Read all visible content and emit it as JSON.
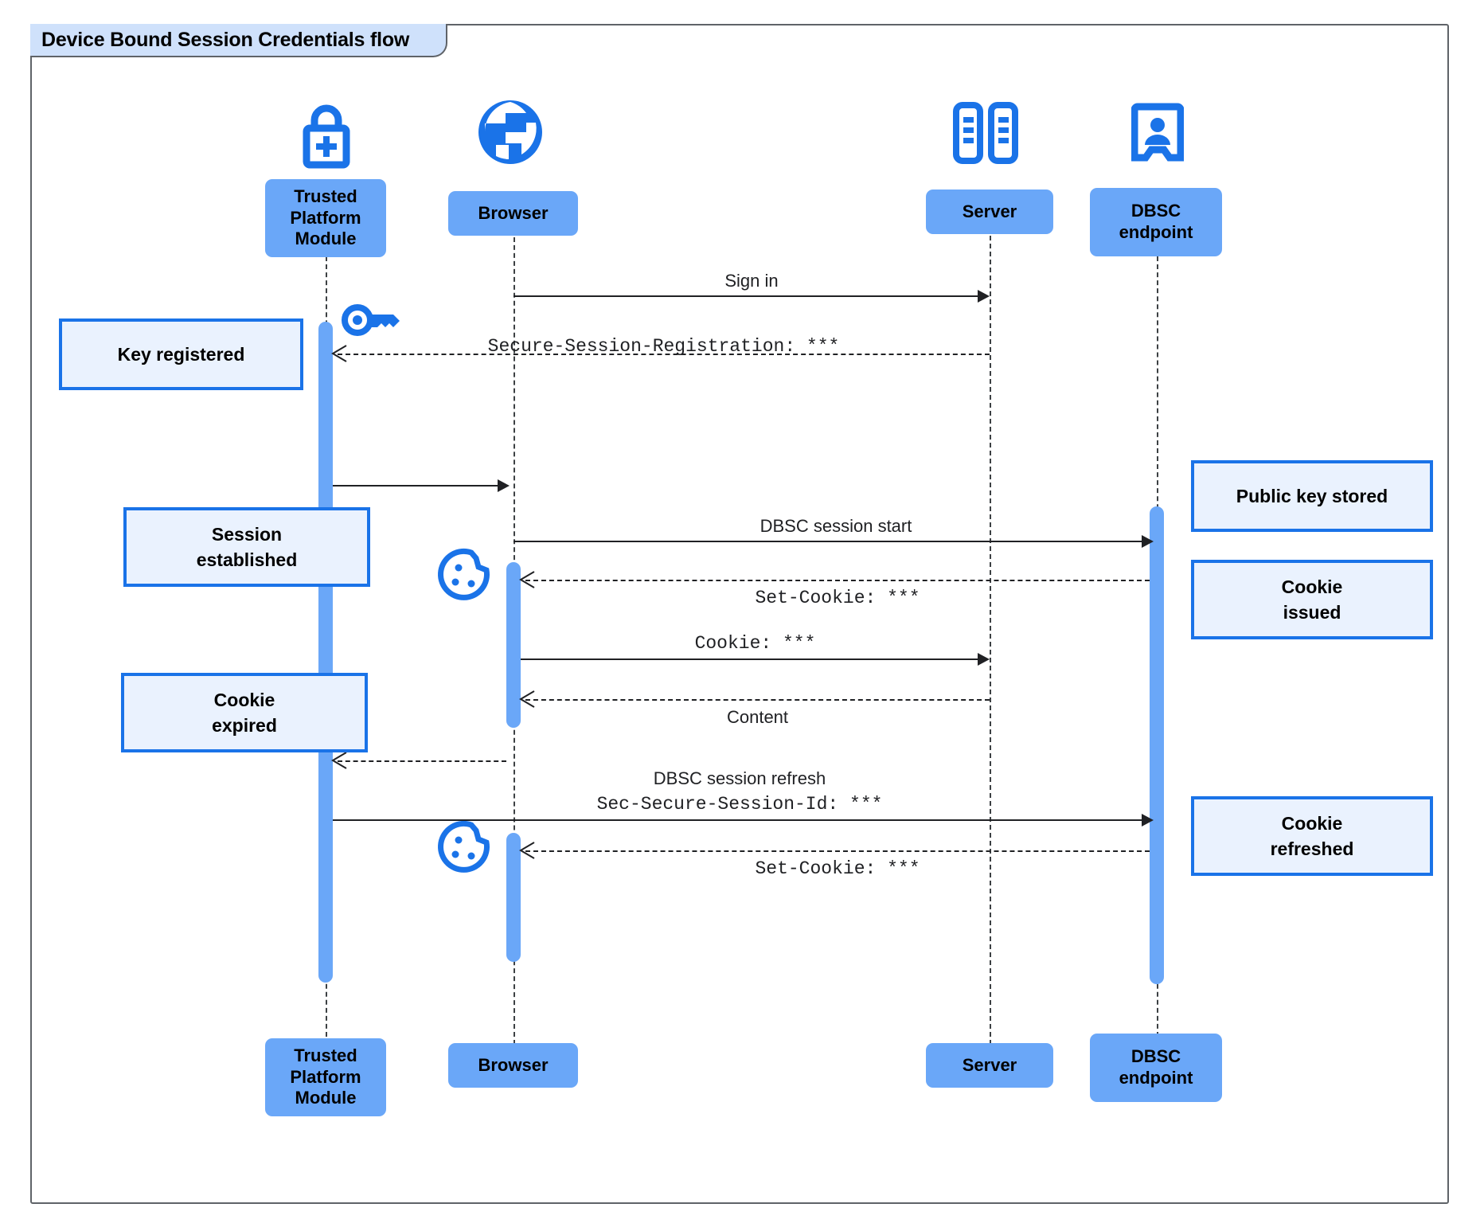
{
  "diagram": {
    "type": "uml-sequence",
    "title": "Device Bound Session Credentials flow",
    "colors": {
      "participant_fill": "#6aa7f8",
      "note_fill": "#eaf2fe",
      "note_border": "#1a73e8",
      "icon_blue": "#1a73e8",
      "activation_fill": "#6aa7f8",
      "frame_border": "#5f6368",
      "frame_tab_fill": "#cfe1fb",
      "line": "#202124"
    }
  },
  "participants": [
    {
      "id": "tpm",
      "label": "Trusted\nPlatform\nModule",
      "label_line1": "Trusted",
      "label_line2": "Platform",
      "label_line3": "Module",
      "icon": "lock-plus-icon"
    },
    {
      "id": "browser",
      "label": "Browser",
      "icon": "globe-icon"
    },
    {
      "id": "server",
      "label": "Server",
      "icon": "server-rack-icon"
    },
    {
      "id": "dbsc",
      "label": "DBSC\nendpoint",
      "label_line1": "DBSC",
      "label_line2": "endpoint",
      "icon": "id-badge-icon"
    }
  ],
  "messages": [
    {
      "id": "m1",
      "from": "browser",
      "to": "server",
      "label": "Sign in",
      "style": "solid",
      "font": "sans"
    },
    {
      "id": "m2",
      "from": "server",
      "to": "tpm",
      "label": "Secure-Session-Registration: ***",
      "style": "dashed",
      "font": "mono"
    },
    {
      "id": "m3",
      "from": "tpm",
      "to": "browser",
      "label": "",
      "style": "solid",
      "font": "sans"
    },
    {
      "id": "m4",
      "from": "browser",
      "to": "dbsc",
      "label": "DBSC session start",
      "style": "solid",
      "font": "sans"
    },
    {
      "id": "m5",
      "from": "dbsc",
      "to": "browser",
      "label": "Set-Cookie: ***",
      "style": "dashed",
      "font": "mono"
    },
    {
      "id": "m6",
      "from": "browser",
      "to": "server",
      "label": "Cookie: ***",
      "style": "solid",
      "font": "mono"
    },
    {
      "id": "m7",
      "from": "server",
      "to": "browser",
      "label": "Content",
      "style": "dashed",
      "font": "sans"
    },
    {
      "id": "m8",
      "from": "browser",
      "to": "tpm",
      "label": "",
      "style": "dashed",
      "font": "sans"
    },
    {
      "id": "m9",
      "from": "tpm",
      "to": "dbsc",
      "label_line1": "DBSC session refresh",
      "label_line2": "Sec-Secure-Session-Id: ***",
      "style": "solid",
      "font": "mixed"
    },
    {
      "id": "m10",
      "from": "dbsc",
      "to": "browser",
      "label": "Set-Cookie: ***",
      "style": "dashed",
      "font": "mono"
    }
  ],
  "notes": [
    {
      "id": "n1",
      "text": "Key registered",
      "attached_to": "tpm",
      "side": "left"
    },
    {
      "id": "n2",
      "line1": "Session",
      "line2": "established",
      "attached_to": "tpm",
      "side": "left"
    },
    {
      "id": "n3",
      "line1": "Cookie",
      "line2": "expired",
      "attached_to": "tpm",
      "side": "left"
    },
    {
      "id": "n4",
      "text": "Public key stored",
      "attached_to": "dbsc",
      "side": "right"
    },
    {
      "id": "n5",
      "line1": "Cookie",
      "line2": "issued",
      "attached_to": "dbsc",
      "side": "right"
    },
    {
      "id": "n6",
      "line1": "Cookie",
      "line2": "refreshed",
      "attached_to": "dbsc",
      "side": "right"
    }
  ],
  "inline_icons": [
    {
      "id": "key",
      "name": "key-icon",
      "near": "tpm"
    },
    {
      "id": "cookie1",
      "name": "cookie-icon",
      "near": "browser"
    },
    {
      "id": "cookie2",
      "name": "cookie-icon",
      "near": "browser"
    }
  ]
}
